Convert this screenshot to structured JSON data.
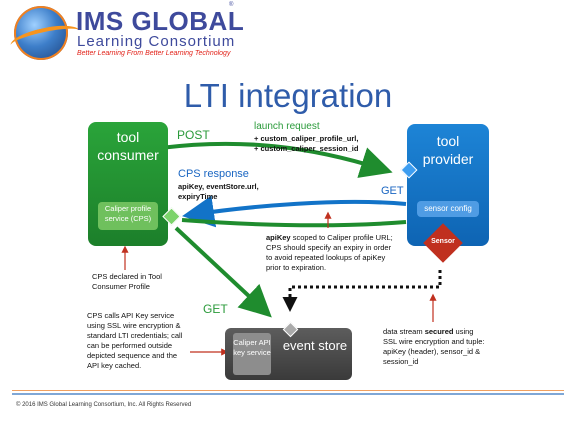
{
  "logo": {
    "name": "IMS GLOBAL",
    "subtitle": "Learning Consortium",
    "tagline": "Better Learning From Better Learning Technology",
    "reg": "®"
  },
  "title": "LTI integration",
  "nodes": {
    "tool_consumer": "tool consumer",
    "caliper_profile_service": "Caliper profile service (CPS)",
    "tool_provider": "tool provider",
    "sensor_config": "sensor config",
    "sensor": "Sensor",
    "event_store": "event store",
    "caliper_api_key_service": "Caliper API key service"
  },
  "arrows": {
    "post": "POST",
    "get_provider": "GET",
    "get_store": "GET",
    "cps_response": "CPS response"
  },
  "labels": {
    "launch_request": "launch request",
    "custom_profile_url": "+ custom_caliper_profile_url,",
    "custom_session_id": "+ custom_caliper_session_id",
    "cps_response_fields_1": "apiKey, eventStore.url,",
    "cps_response_fields_2": "expiryTime",
    "apikey_note_1_bold": "apiKey",
    "apikey_note_1": " scoped to Caliper profile URL;",
    "apikey_note_2": "CPS should specify an expiry in order",
    "apikey_note_3": "to avoid repeated lookups of apiKey",
    "apikey_note_4": "prior to expiration.",
    "cps_declared_1": "CPS declared in Tool",
    "cps_declared_2": "Consumer Profile",
    "cps_calls_1": "CPS calls API Key service",
    "cps_calls_2": "using SSL wire encryption &",
    "cps_calls_3": "standard LTI credentials; call",
    "cps_calls_4": "can be performed outside",
    "cps_calls_5": "depicted sequence and the",
    "cps_calls_6": "API key cached.",
    "data_stream_1a": "data stream ",
    "data_stream_1b": "secured",
    "data_stream_1c": " using",
    "data_stream_2": "SSL wire encryption and tuple:",
    "data_stream_3": "apiKey (header), sensor_id &",
    "data_stream_4": "session_id"
  },
  "footer": "© 2016 IMS Global Learning Consortium, Inc.  All Rights Reserved",
  "colors": {
    "green": "#1f8c2e",
    "blue": "#1273c8",
    "dark": "#444444",
    "red": "#c0301f",
    "title": "#2f5caa"
  }
}
